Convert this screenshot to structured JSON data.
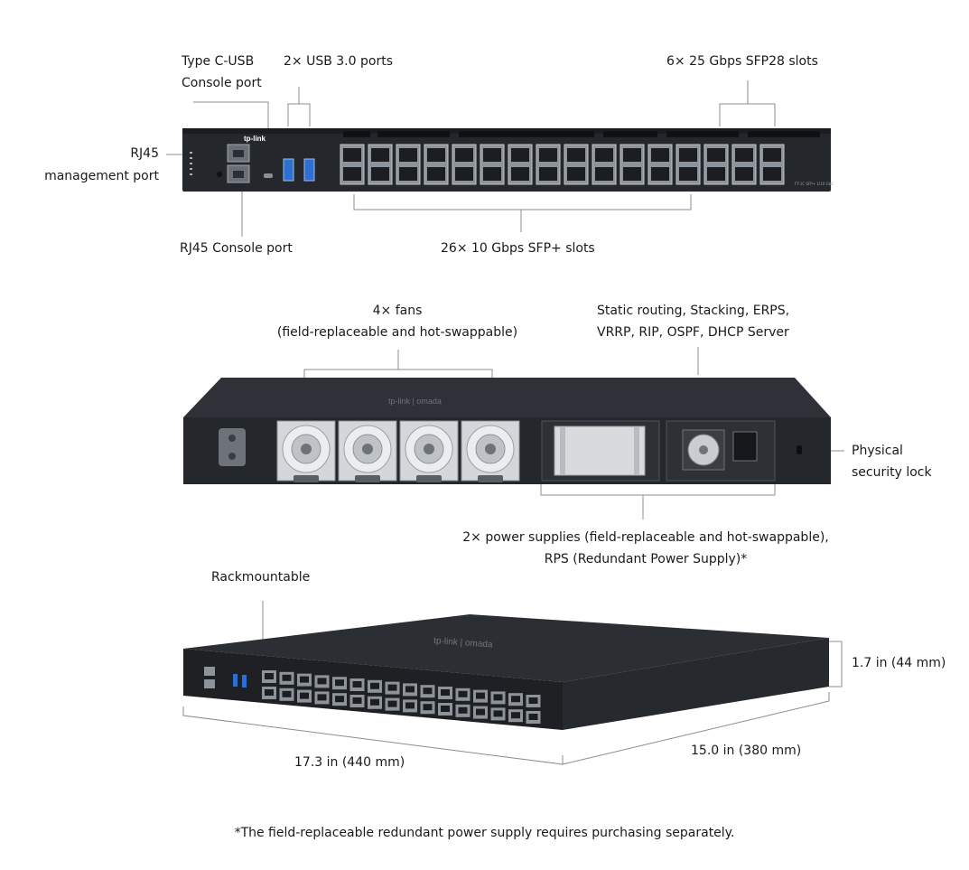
{
  "front_panel": {
    "brand": "tp-link",
    "callouts": {
      "type_c": [
        "Type C-USB",
        "Console port"
      ],
      "usb": "2× USB 3.0 ports",
      "sfp28": "6× 25 Gbps SFP28 slots",
      "rj45_mgmt": [
        "RJ45",
        "management port"
      ],
      "rj45_console": "RJ45 Console port",
      "sfp_plus": "26× 10 Gbps SFP+ slots"
    }
  },
  "rear_panel": {
    "callouts": {
      "fans": [
        "4× fans",
        "(field-replaceable and hot-swappable)"
      ],
      "features": [
        "Static routing, Stacking, ERPS,",
        "VRRP, RIP, OSPF, DHCP Server"
      ],
      "lock": [
        "Physical",
        "security lock"
      ],
      "power": [
        "2× power supplies (field-replaceable and hot-swappable),",
        "RPS (Redundant Power Supply)*"
      ]
    }
  },
  "isometric": {
    "callouts": {
      "rack": "Rackmountable",
      "height": "1.7 in (44 mm)",
      "width": "17.3 in (440 mm)",
      "depth": "15.0 in (380 mm)"
    }
  },
  "footnote": "*The field-replaceable redundant power supply requires purchasing separately.",
  "colors": {
    "chassis": "#24272c",
    "chassis_dark": "#17191c",
    "port": "#8d939a",
    "usb_blue": "#2f6fd1",
    "callout_line": "#8c8c8c"
  }
}
